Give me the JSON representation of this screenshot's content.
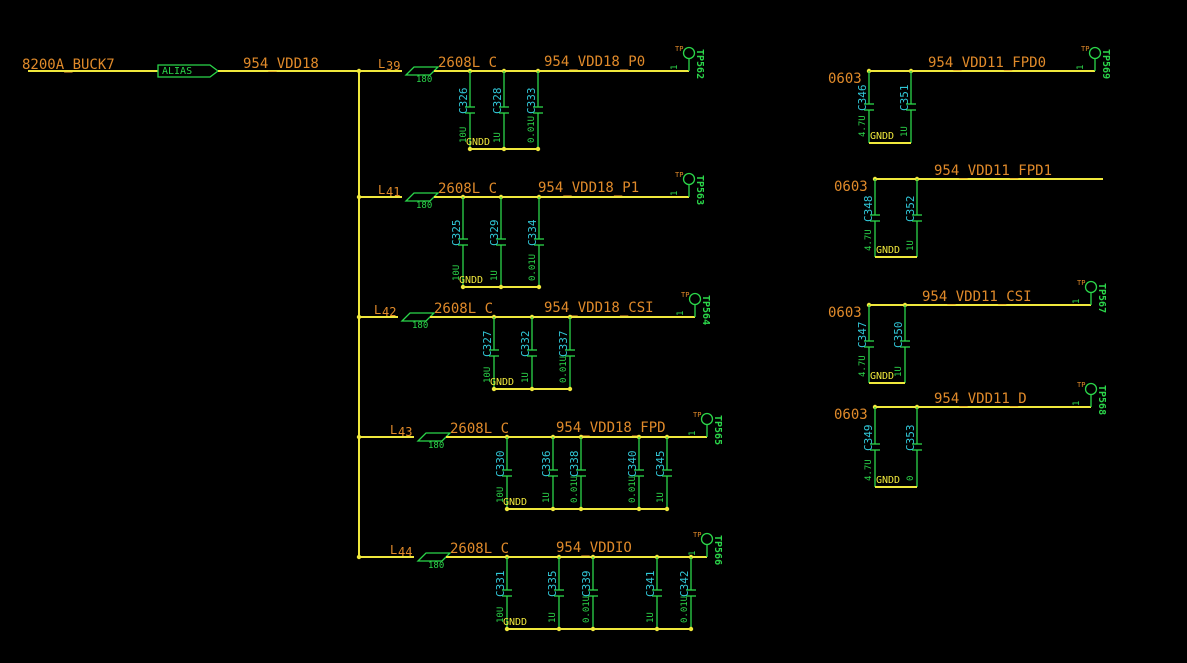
{
  "source": {
    "net": "8200A_BUCK7",
    "alias_label": "ALIAS",
    "main_net": "954_VDD18"
  },
  "branches": [
    {
      "ref": "L39",
      "ref_pre": "L",
      "ref_num": "39",
      "bead_val": "180",
      "pkg": "2608L_C",
      "net": "954_VDD18_P0",
      "tp": "TP562",
      "pin": "1",
      "caps": [
        {
          "ref": "C326",
          "val": "10U"
        },
        {
          "ref": "C328",
          "val": "1U"
        },
        {
          "ref": "C333",
          "val": "0.01U"
        }
      ]
    },
    {
      "ref": "L41",
      "ref_pre": "L",
      "ref_num": "41",
      "bead_val": "180",
      "pkg": "2608L_C",
      "net": "954_VDD18_P1",
      "tp": "TP563",
      "pin": "1",
      "caps": [
        {
          "ref": "C325",
          "val": "10U"
        },
        {
          "ref": "C329",
          "val": "1U"
        },
        {
          "ref": "C334",
          "val": "0.01U"
        }
      ]
    },
    {
      "ref": "L42",
      "ref_pre": "L",
      "ref_num": "42",
      "bead_val": "180",
      "pkg": "2608L_C",
      "net": "954_VDD18_CSI",
      "tp": "TP564",
      "pin": "1",
      "caps": [
        {
          "ref": "C327",
          "val": "10U"
        },
        {
          "ref": "C332",
          "val": "1U"
        },
        {
          "ref": "C337",
          "val": "0.01U"
        }
      ]
    },
    {
      "ref": "L43",
      "ref_pre": "L",
      "ref_num": "43",
      "bead_val": "180",
      "pkg": "2608L_C",
      "net": "954_VDD18_FPD",
      "tp": "TP565",
      "pin": "1",
      "caps": [
        {
          "ref": "C330",
          "val": "10U"
        },
        {
          "ref": "C336",
          "val": "1U"
        },
        {
          "ref": "C338",
          "val": "0.01U"
        },
        {
          "ref": "C340",
          "val": "0.01U"
        },
        {
          "ref": "C345",
          "val": "1U"
        }
      ]
    },
    {
      "ref": "L44",
      "ref_pre": "L",
      "ref_num": "44",
      "bead_val": "180",
      "pkg": "2608L_C",
      "net": "954_VDDIO",
      "tp": "TP566",
      "pin": "1",
      "caps": [
        {
          "ref": "C331",
          "val": "10U"
        },
        {
          "ref": "C335",
          "val": "1U"
        },
        {
          "ref": "C339",
          "val": "0.01U"
        },
        {
          "ref": "C341",
          "val": "1U"
        },
        {
          "ref": "C342",
          "val": "0.01U"
        }
      ]
    }
  ],
  "vdd11": [
    {
      "pkg": "0603",
      "net": "954_VDD11_FPD0",
      "tp": "TP569",
      "pin": "1",
      "caps": [
        {
          "ref": "C346",
          "val": "4.7U"
        },
        {
          "ref": "C351",
          "val": "1U"
        }
      ]
    },
    {
      "pkg": "0603",
      "net": "954_VDD11_FPD1",
      "tp": "",
      "pin": "",
      "caps": [
        {
          "ref": "C348",
          "val": "4.7U"
        },
        {
          "ref": "C352",
          "val": "1U"
        }
      ]
    },
    {
      "pkg": "0603",
      "net": "954_VDD11_CSI",
      "tp": "TP567",
      "pin": "1",
      "caps": [
        {
          "ref": "C347",
          "val": "4.7U"
        },
        {
          "ref": "C350",
          "val": "1U"
        }
      ]
    },
    {
      "pkg": "0603",
      "net": "954_VDD11_D",
      "tp": "TP568",
      "pin": "1",
      "caps": [
        {
          "ref": "C349",
          "val": "4.7U"
        },
        {
          "ref": "C353",
          "val": "0"
        }
      ]
    }
  ],
  "labels": {
    "gnd": "GNDD",
    "tp_small": "TP"
  },
  "colors": {
    "wire": "#f0e83c",
    "net_text": "#e08a2a",
    "ref_text": "#31c8d8",
    "component": "#2bd64a",
    "background": "#000000"
  }
}
